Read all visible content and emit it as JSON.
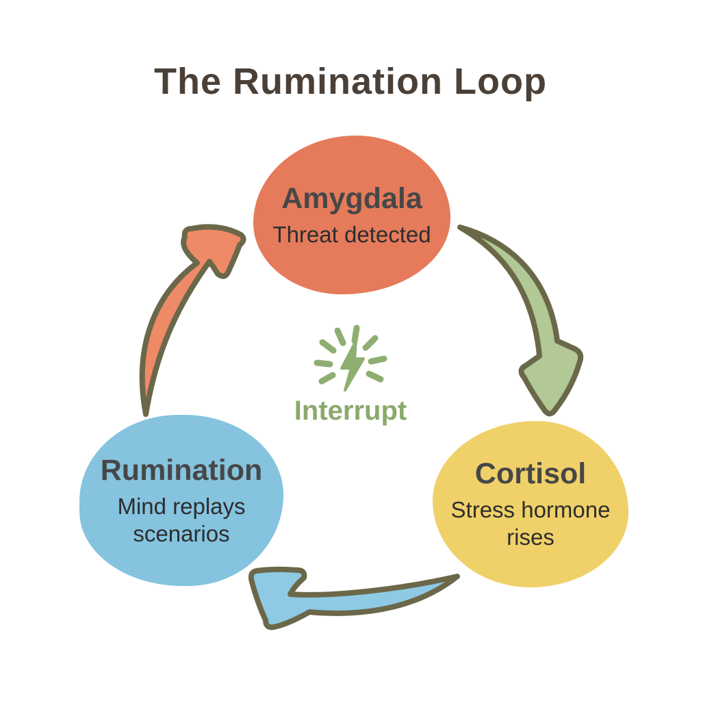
{
  "title": "The Rumination Loop",
  "colors": {
    "background": "#ffffff",
    "title_text": "#4b4037",
    "node_title_text": "#474747",
    "node_subtitle_text": "#2d2d2d",
    "arrow_outline": "#6b684a",
    "interrupt_green": "#8ba96d"
  },
  "nodes": [
    {
      "id": "amygdala",
      "title": "Amygdala",
      "subtitle_lines": [
        "Threat detected"
      ],
      "color": "#e57b5b"
    },
    {
      "id": "cortisol",
      "title": "Cortisol",
      "subtitle_lines": [
        "Stress hormone",
        "rises"
      ],
      "color": "#f0d169"
    },
    {
      "id": "rumination",
      "title": "Rumination",
      "subtitle_lines": [
        "Mind replays",
        "scenarios"
      ],
      "color": "#85c3df"
    }
  ],
  "center": {
    "label": "Interrupt",
    "icon": "lightning-burst-icon",
    "label_color": "#8ba96d",
    "bolt_color": "#8fae72"
  },
  "arrows": [
    {
      "id": "amygdala-to-cortisol",
      "fill": "#b2c995",
      "outline": "#6b684a"
    },
    {
      "id": "cortisol-to-rumination",
      "fill": "#8ecae4",
      "outline": "#6b684a"
    },
    {
      "id": "rumination-to-amygdala",
      "fill": "#ef8a67",
      "outline": "#6b684a"
    }
  ]
}
